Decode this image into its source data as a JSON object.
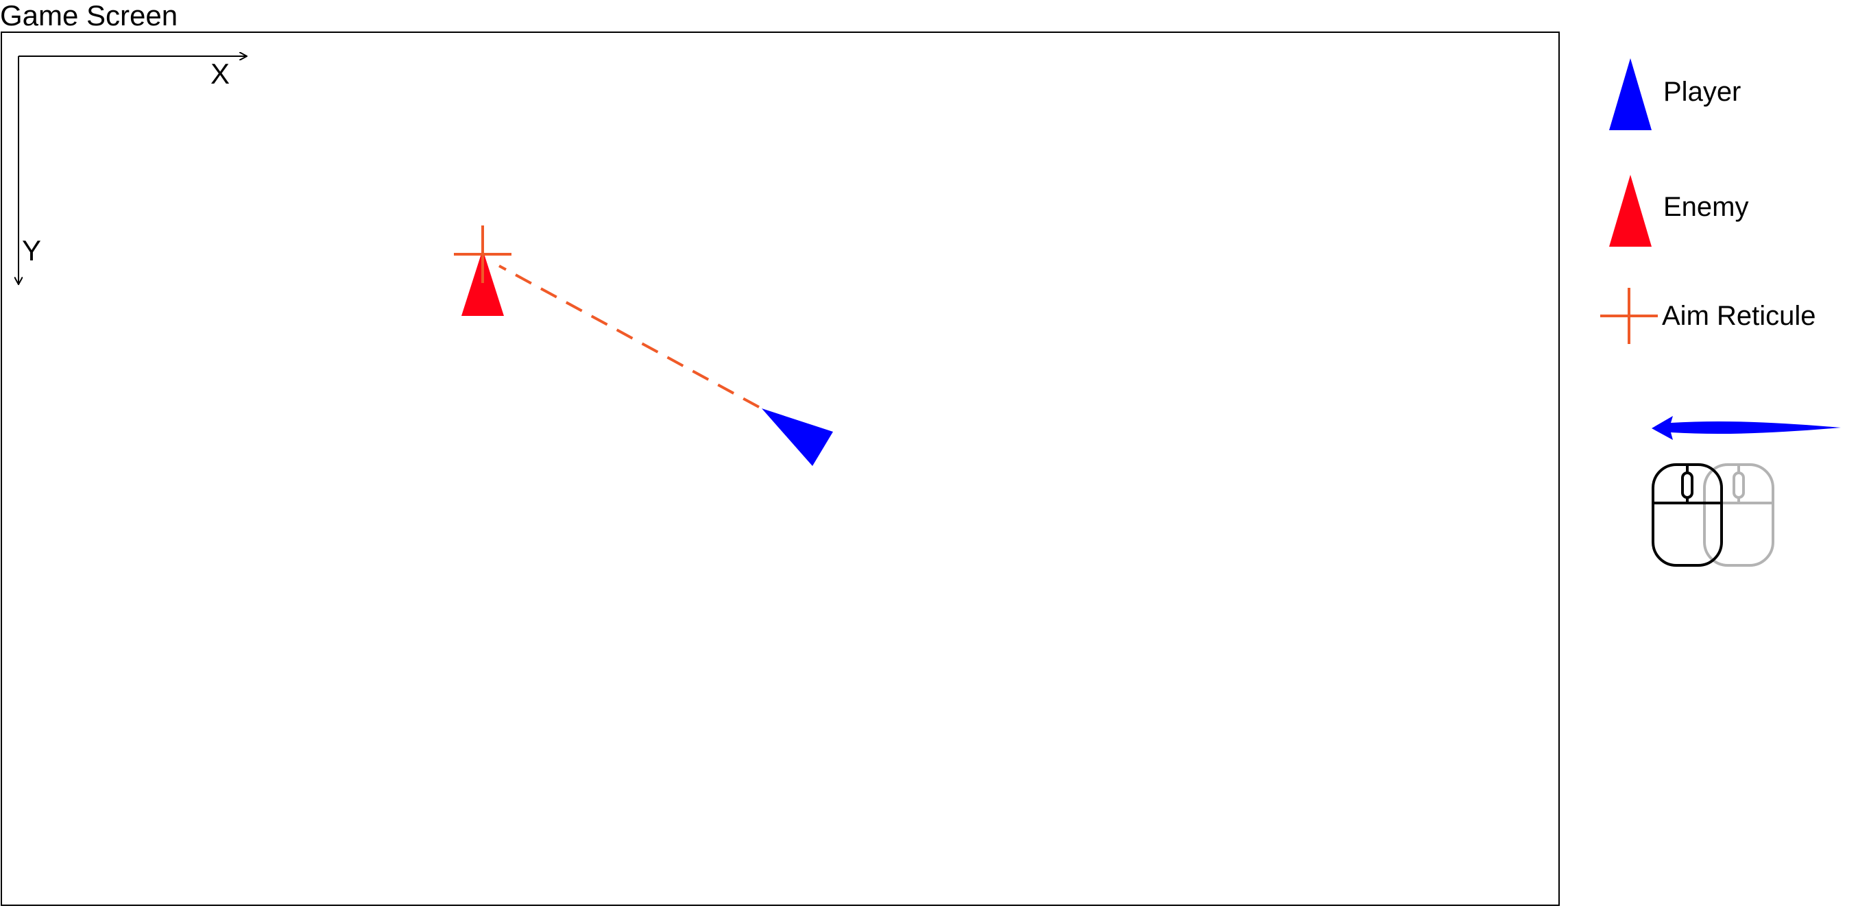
{
  "title": "Game Screen",
  "axes": {
    "x_label": "X",
    "y_label": "Y"
  },
  "legend": {
    "items": [
      {
        "label": "Player",
        "icon": "blue-triangle-icon",
        "color": "#0000ff"
      },
      {
        "label": "Enemy",
        "icon": "red-triangle-icon",
        "color": "#ff0016"
      },
      {
        "label": "Aim Reticule",
        "icon": "crosshair-icon",
        "color": "#f05a28"
      }
    ],
    "input_hint": {
      "arrow_icon": "left-arrow-icon",
      "arrow_color": "#0000ff",
      "mouse_icon": "mouse-icon",
      "ghost_mouse_icon": "mouse-ghost-icon"
    }
  },
  "colors": {
    "player": "#0000ff",
    "enemy": "#ff0016",
    "reticule": "#f05a28",
    "frame": "#000000",
    "ghost": "#b3b3b3"
  }
}
